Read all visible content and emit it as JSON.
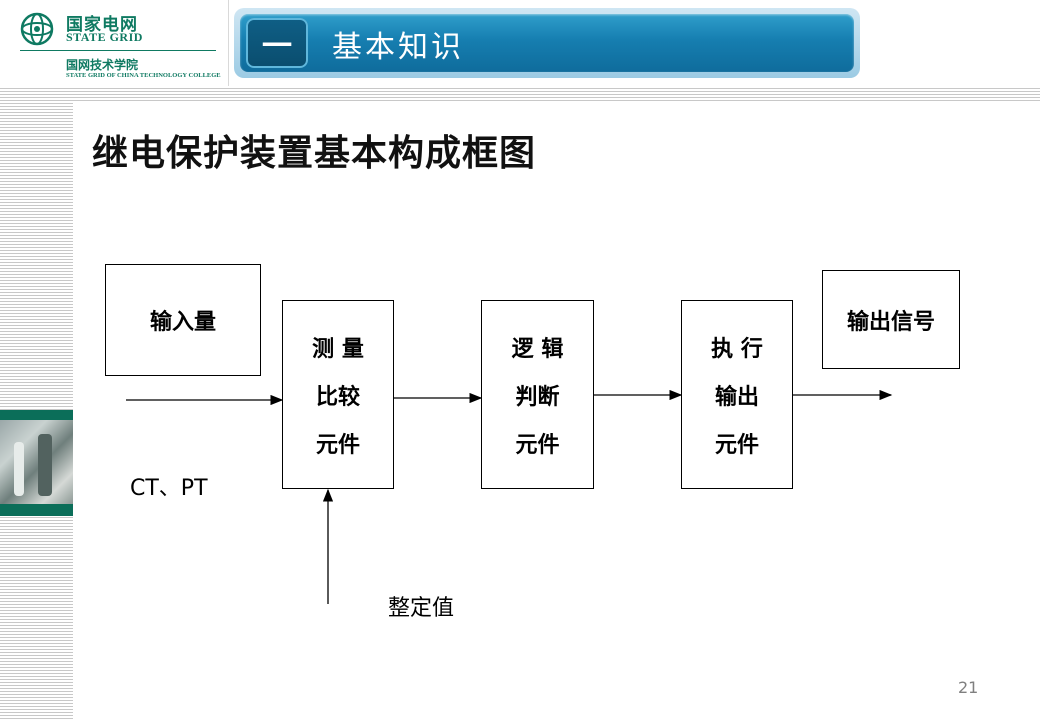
{
  "logo": {
    "cn": "国家电网",
    "en": "STATE GRID",
    "college_cn": "国网技术学院",
    "college_en": "STATE GRID OF CHINA TECHNOLOGY COLLEGE"
  },
  "header": {
    "number": "一",
    "title": "基本知识"
  },
  "slide": {
    "title": "继电保护装置基本构成框图",
    "page_number": "21"
  },
  "diagram": {
    "input_box": "输入量",
    "output_box": "输出信号",
    "measure": [
      "测 量",
      "比较",
      "元件"
    ],
    "logic": [
      "逻 辑",
      "判断",
      "元件"
    ],
    "execute": [
      "执 行",
      "输出",
      "元件"
    ],
    "input_signal": "CT、PT",
    "setting_value": "整定值"
  },
  "colors": {
    "brand_green": "#0f7a62",
    "header_blue": "#167eb0"
  }
}
